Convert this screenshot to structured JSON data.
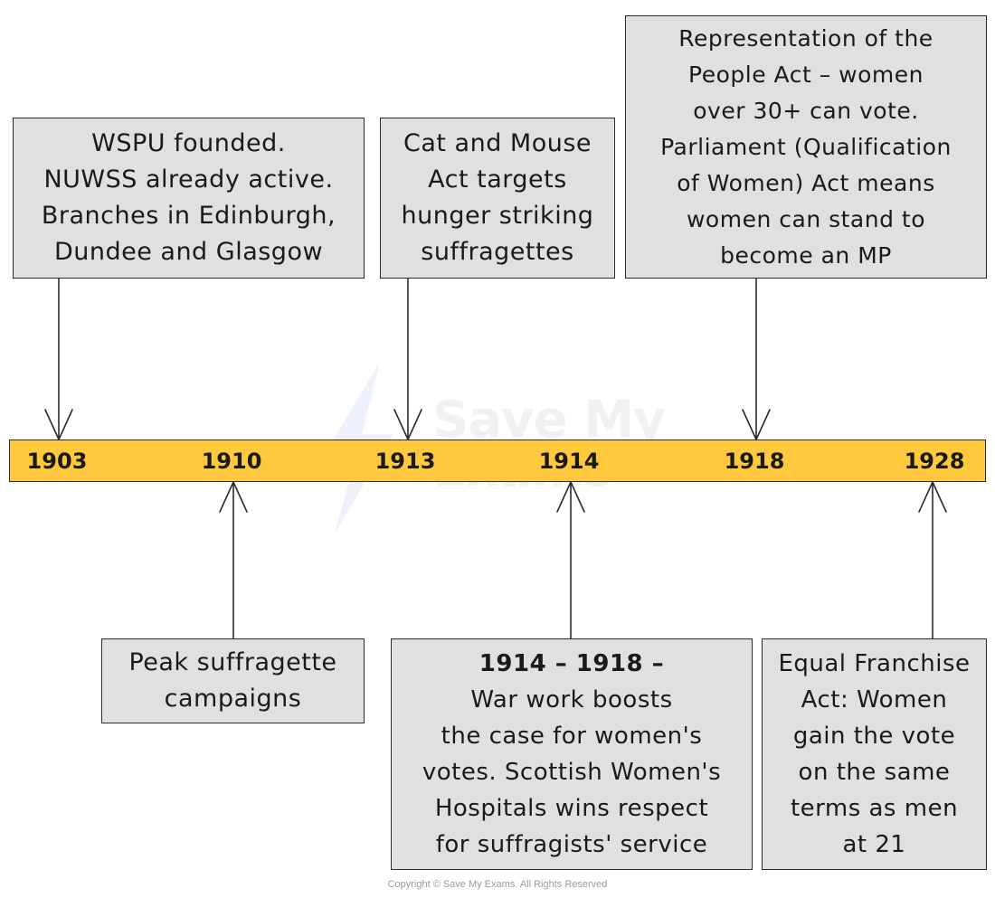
{
  "timeline": {
    "years": [
      "1903",
      "1910",
      "1913",
      "1914",
      "1918",
      "1928"
    ],
    "colors": {
      "bar": "#ffc83d",
      "box_fill": "#e0e0e0",
      "line": "#2b2b2b"
    }
  },
  "events_above": [
    {
      "year": "1903",
      "lines": [
        "WSPU founded.",
        "NUWSS already active.",
        "Branches in Edinburgh,",
        "Dundee and Glasgow"
      ]
    },
    {
      "year": "1913",
      "lines": [
        "Cat and Mouse",
        "Act targets",
        "hunger striking",
        "suffragettes"
      ]
    },
    {
      "year": "1918",
      "lines": [
        "Representation of the",
        "People Act – women",
        "over 30+ can vote.",
        "Parliament (Qualification",
        "of Women) Act means",
        "women can stand to",
        "become an MP"
      ]
    }
  ],
  "events_below": [
    {
      "year": "1910",
      "lines": [
        "Peak suffragette",
        "campaigns"
      ]
    },
    {
      "year": "1914",
      "heading": "1914 – 1918 –",
      "lines": [
        "War work boosts",
        "the case for women's",
        "votes. Scottish Women's",
        "Hospitals wins respect",
        "for suffragists' service"
      ]
    },
    {
      "year": "1928",
      "lines": [
        "Equal Franchise",
        "Act: Women",
        "gain the vote",
        "on the same",
        "terms as men",
        "at 21"
      ]
    }
  ],
  "watermark": {
    "line1": "Save My",
    "line2": "Exams"
  },
  "copyright": "Copyright © Save My Exams. All Rights Reserved"
}
